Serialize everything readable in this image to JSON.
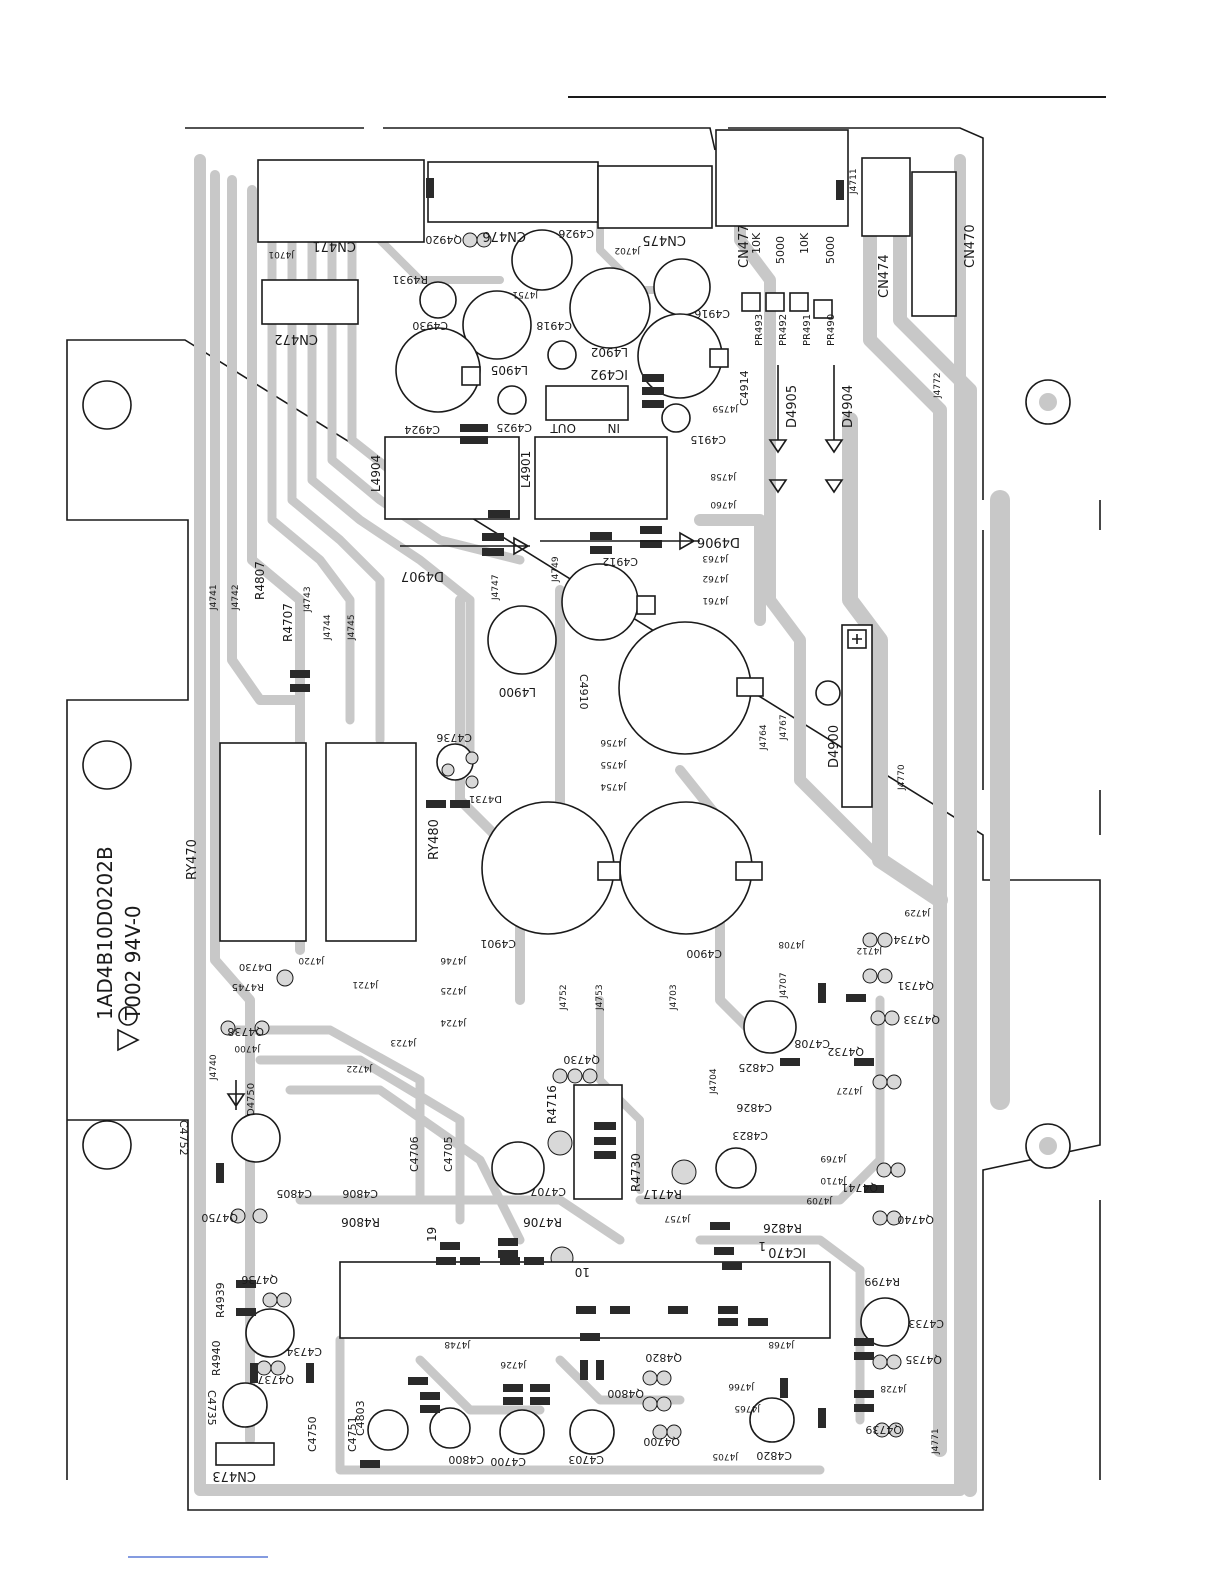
{
  "board": {
    "part_number": "1AD4B10D0202B",
    "rating_marking": "T002 94V-0"
  },
  "colors": {
    "trace": "#c8c8c8",
    "board_outline": "#1a1a1a",
    "ink": "#1a1a1a"
  },
  "labels": {
    "connectors": [
      {
        "id": "cn471",
        "text": "CN471"
      },
      {
        "id": "cn476",
        "text": "CN476"
      },
      {
        "id": "cn475",
        "text": "CN475"
      },
      {
        "id": "cn477",
        "text": "CN477"
      },
      {
        "id": "cn474",
        "text": "CN474"
      },
      {
        "id": "cn470",
        "text": "CN470"
      },
      {
        "id": "cn472",
        "text": "CN472"
      },
      {
        "id": "cn473",
        "text": "CN473"
      }
    ],
    "capacitors": [
      {
        "id": "c4926",
        "text": "C4926"
      },
      {
        "id": "c4930",
        "text": "C4930"
      },
      {
        "id": "c4918",
        "text": "C4918"
      },
      {
        "id": "c4916",
        "text": "C4916"
      },
      {
        "id": "c4924",
        "text": "C4924"
      },
      {
        "id": "c4914",
        "text": "C4914"
      },
      {
        "id": "c4925",
        "text": "C4925"
      },
      {
        "id": "c4915",
        "text": "C4915"
      },
      {
        "id": "c4912",
        "text": "C4912"
      },
      {
        "id": "c4910",
        "text": "C4910"
      },
      {
        "id": "c4736",
        "text": "C4736"
      },
      {
        "id": "c4901",
        "text": "C4901"
      },
      {
        "id": "c4900",
        "text": "C4900"
      },
      {
        "id": "c4708",
        "text": "C4708"
      },
      {
        "id": "c4825",
        "text": "C4825"
      },
      {
        "id": "c4826",
        "text": "C4826"
      },
      {
        "id": "c4823",
        "text": "C4823"
      },
      {
        "id": "c4707",
        "text": "C4707"
      },
      {
        "id": "c4752",
        "text": "C4752"
      },
      {
        "id": "c4706",
        "text": "C4706"
      },
      {
        "id": "c4705",
        "text": "C4705"
      },
      {
        "id": "c4805",
        "text": "C4805"
      },
      {
        "id": "c4806",
        "text": "C4806"
      },
      {
        "id": "c4734",
        "text": "C4734"
      },
      {
        "id": "c4733",
        "text": "C4733"
      },
      {
        "id": "c4735",
        "text": "C4735"
      },
      {
        "id": "c4750",
        "text": "C4750"
      },
      {
        "id": "c4751",
        "text": "C4751"
      },
      {
        "id": "c4803",
        "text": "C4803"
      },
      {
        "id": "c4800",
        "text": "C4800"
      },
      {
        "id": "c4700",
        "text": "C4700"
      },
      {
        "id": "c4703",
        "text": "C4703"
      },
      {
        "id": "c4820",
        "text": "C4820"
      }
    ],
    "transistors": [
      {
        "id": "q4920",
        "text": "Q4920"
      },
      {
        "id": "q4736",
        "text": "Q4736"
      },
      {
        "id": "q4731",
        "text": "Q4731"
      },
      {
        "id": "q4730",
        "text": "Q4730"
      },
      {
        "id": "q4734",
        "text": "Q4734"
      },
      {
        "id": "q4733",
        "text": "Q4733"
      },
      {
        "id": "q4732",
        "text": "Q4732"
      },
      {
        "id": "q4741",
        "text": "Q4741"
      },
      {
        "id": "q4740",
        "text": "Q4740"
      },
      {
        "id": "q4750",
        "text": "Q4750"
      },
      {
        "id": "q4737",
        "text": "Q4737"
      },
      {
        "id": "q4735",
        "text": "Q4735"
      },
      {
        "id": "q4739",
        "text": "Q4739"
      },
      {
        "id": "q4820",
        "text": "Q4820"
      },
      {
        "id": "q4800",
        "text": "Q4800"
      },
      {
        "id": "q4700",
        "text": "Q4700"
      },
      {
        "id": "q4738",
        "text": "Q4738"
      }
    ],
    "inductors": [
      {
        "id": "l4905",
        "text": "L4905"
      },
      {
        "id": "l4902",
        "text": "L4902"
      },
      {
        "id": "l4904",
        "text": "L4904"
      },
      {
        "id": "l4901",
        "text": "L4901"
      },
      {
        "id": "l4900",
        "text": "L4900"
      }
    ],
    "ics": [
      {
        "id": "ic492",
        "text": "IC492"
      },
      {
        "id": "ic470",
        "text": "IC470"
      }
    ],
    "diodes": [
      {
        "id": "d4905",
        "text": "D4905"
      },
      {
        "id": "d4904",
        "text": "D4904"
      },
      {
        "id": "d4906",
        "text": "D4906"
      },
      {
        "id": "d4907",
        "text": "D4907"
      },
      {
        "id": "d4900",
        "text": "D4900"
      },
      {
        "id": "d4731",
        "text": "D4731"
      },
      {
        "id": "d4730",
        "text": "D4730"
      },
      {
        "id": "d4750",
        "text": "D4750"
      }
    ],
    "relays": [
      {
        "id": "ry470",
        "text": "RY470"
      },
      {
        "id": "ry480",
        "text": "RY480"
      }
    ],
    "resistors": [
      {
        "id": "r4931",
        "text": "R4931"
      },
      {
        "id": "r4807",
        "text": "R4807"
      },
      {
        "id": "r4707",
        "text": "R4707"
      },
      {
        "id": "r4745",
        "text": "R4745"
      },
      {
        "id": "r4716",
        "text": "R4716"
      },
      {
        "id": "r4730",
        "text": "R4730"
      },
      {
        "id": "r4717",
        "text": "R4717"
      },
      {
        "id": "r4806",
        "text": "R4806"
      },
      {
        "id": "r4706",
        "text": "R4706"
      },
      {
        "id": "r4826",
        "text": "R4826"
      },
      {
        "id": "r4799",
        "text": "R4799"
      },
      {
        "id": "r4939",
        "text": "R4939"
      },
      {
        "id": "r4940",
        "text": "R4940"
      }
    ],
    "presets": [
      {
        "id": "pr493",
        "text": "PR493"
      },
      {
        "id": "pr492",
        "text": "PR492"
      },
      {
        "id": "pr491",
        "text": "PR491"
      },
      {
        "id": "pr490",
        "text": "PR490"
      }
    ],
    "preset_values": [
      {
        "id": "v1",
        "text": "10K"
      },
      {
        "id": "v2",
        "text": "5000"
      },
      {
        "id": "v3",
        "text": "10K"
      },
      {
        "id": "v4",
        "text": "5000"
      }
    ],
    "jumpers": [
      {
        "id": "j4701",
        "text": "J4701"
      },
      {
        "id": "j4702",
        "text": "J4702"
      },
      {
        "id": "j4751",
        "text": "J4751"
      },
      {
        "id": "j4711",
        "text": "J4711"
      },
      {
        "id": "j4759",
        "text": "J4759"
      },
      {
        "id": "j4758",
        "text": "J4758"
      },
      {
        "id": "j4760",
        "text": "J4760"
      },
      {
        "id": "j4772",
        "text": "J4772"
      },
      {
        "id": "j4763",
        "text": "J4763"
      },
      {
        "id": "j4762",
        "text": "J4762"
      },
      {
        "id": "j4761",
        "text": "J4761"
      },
      {
        "id": "j4747",
        "text": "J4747"
      },
      {
        "id": "j4749",
        "text": "J4749"
      },
      {
        "id": "j4741",
        "text": "J4741"
      },
      {
        "id": "j4742",
        "text": "J4742"
      },
      {
        "id": "j4743",
        "text": "J4743"
      },
      {
        "id": "j4744",
        "text": "J4744"
      },
      {
        "id": "j4745",
        "text": "J4745"
      },
      {
        "id": "j4764",
        "text": "J4764"
      },
      {
        "id": "j4767",
        "text": "J4767"
      },
      {
        "id": "j4756",
        "text": "J4756"
      },
      {
        "id": "j4755",
        "text": "J4755"
      },
      {
        "id": "j4754",
        "text": "J4754"
      },
      {
        "id": "j4770",
        "text": "J4770"
      },
      {
        "id": "j4729",
        "text": "J4729"
      },
      {
        "id": "j4708",
        "text": "J4708"
      },
      {
        "id": "j4712",
        "text": "J4712"
      },
      {
        "id": "j4720",
        "text": "J4720"
      },
      {
        "id": "j4746",
        "text": "J4746"
      },
      {
        "id": "j4721",
        "text": "J4721"
      },
      {
        "id": "j4725",
        "text": "J4725"
      },
      {
        "id": "j4752",
        "text": "J4752"
      },
      {
        "id": "j4753",
        "text": "J4753"
      },
      {
        "id": "j4703",
        "text": "J4703"
      },
      {
        "id": "j4707",
        "text": "J4707"
      },
      {
        "id": "j4724",
        "text": "J4724"
      },
      {
        "id": "j4723",
        "text": "J4723"
      },
      {
        "id": "j4700",
        "text": "J4700"
      },
      {
        "id": "j4722",
        "text": "J4722"
      },
      {
        "id": "j4740",
        "text": "J4740"
      },
      {
        "id": "j4704",
        "text": "J4704"
      },
      {
        "id": "j4727",
        "text": "J4727"
      },
      {
        "id": "j4769",
        "text": "J4769"
      },
      {
        "id": "j4710",
        "text": "J4710"
      },
      {
        "id": "j4709",
        "text": "J4709"
      },
      {
        "id": "j4757",
        "text": "J4757"
      },
      {
        "id": "j4748",
        "text": "J4748"
      },
      {
        "id": "j4768",
        "text": "J4768"
      },
      {
        "id": "j4726",
        "text": "J4726"
      },
      {
        "id": "j4766",
        "text": "J4766"
      },
      {
        "id": "j4765",
        "text": "J4765"
      },
      {
        "id": "j4705",
        "text": "J4705"
      },
      {
        "id": "j4728",
        "text": "J4728"
      },
      {
        "id": "j4771",
        "text": "J4771"
      }
    ],
    "misc": [
      {
        "id": "in",
        "text": "IN"
      },
      {
        "id": "out",
        "text": "OUT"
      },
      {
        "id": "pin19",
        "text": "19"
      },
      {
        "id": "pin10",
        "text": "10"
      },
      {
        "id": "pin1",
        "text": "1"
      }
    ]
  }
}
